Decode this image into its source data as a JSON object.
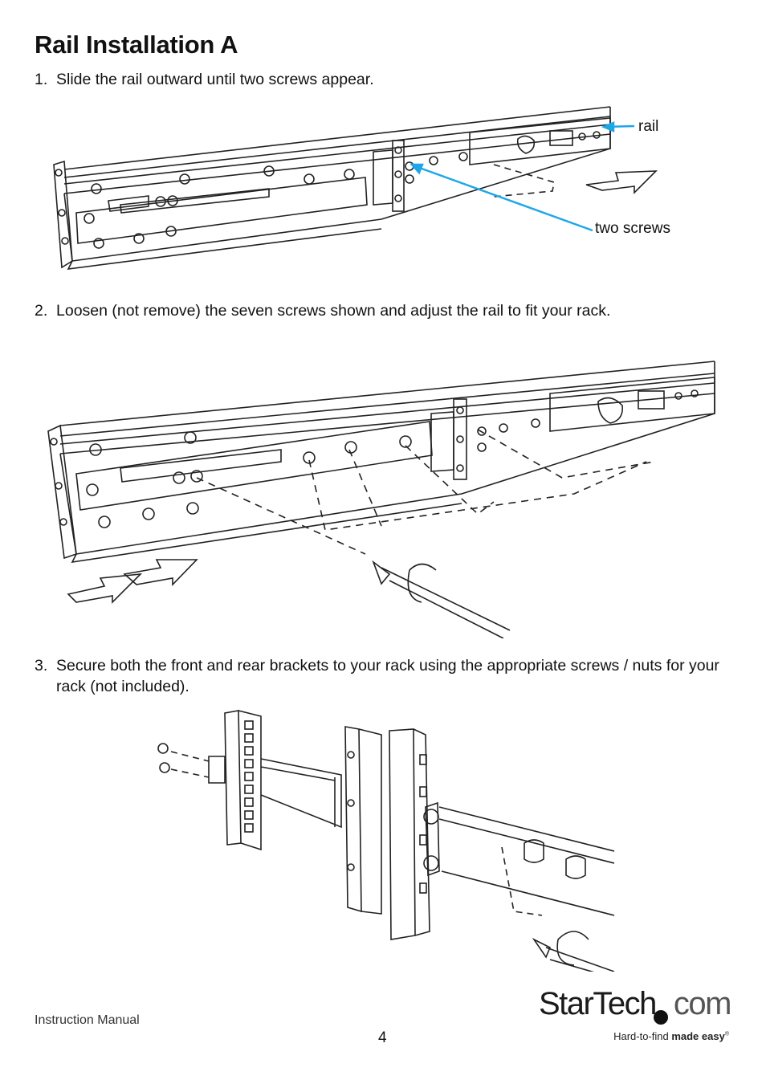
{
  "page": {
    "title": "Rail Installation A",
    "steps": [
      {
        "num": "1.",
        "text": "Slide the rail outward until two screws appear."
      },
      {
        "num": "2.",
        "text": "Loosen (not remove) the seven screws shown and adjust the rail to fit your rack."
      },
      {
        "num": "3.",
        "text": "Secure both the front and rear brackets to your rack using the appropriate screws / nuts for your rack (not included)."
      }
    ],
    "callouts": {
      "rail": "rail",
      "screws": "two screws",
      "color": "#1ea7e8"
    },
    "footer": {
      "label": "Instruction Manual",
      "page_number": "4"
    },
    "logo": {
      "brand": "StarTech",
      "suffix": "com",
      "tagline_plain": "Hard-to-find ",
      "tagline_bold": "made easy",
      "mark": "®"
    }
  }
}
